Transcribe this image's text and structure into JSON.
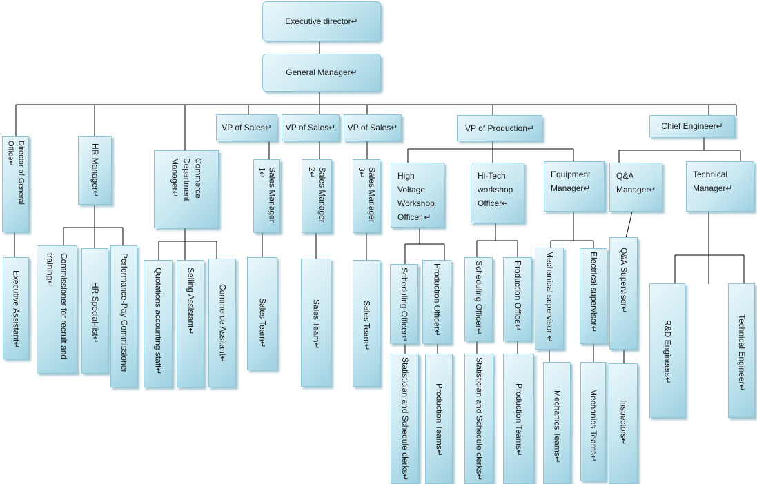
{
  "boxes": {
    "executive_director": "Executive director↵",
    "general_manager": "General Manager↵",
    "director_general_office": "Director of General Office↵",
    "hr_manager": "HR Manager↵",
    "commerce_manager": "Commerce\nDepartment\nManager↵",
    "vp_sales_1": "VP of Sales↵",
    "vp_sales_2": "VP of Sales↵",
    "vp_sales_3": "VP of Sales↵",
    "vp_production": "VP of Production↵",
    "chief_engineer": "Chief Engineer↵",
    "sales_manager_1": "Sales Manager 1↵",
    "sales_manager_2": "Sales Manager 2↵",
    "sales_manager_3": "Sales Manager 3↵",
    "hv_workshop_officer": "High\nVoltage\nWorkshop\nOfficer ↵",
    "hitech_workshop_officer": "Hi-Tech\nworkshop\nOfficer↵",
    "equipment_manager": "Equipment\nManager↵",
    "qa_manager": "Q&A\nManager↵",
    "technical_manager": "Technical\nManager↵",
    "executive_assistant": "Executive Assistant↵",
    "commissioner_recruit": "Commissioner for recruit and\ntraining↵",
    "hr_specialist": "HR Special-list↵",
    "performance_pay": "Performance-Pay Commissioner",
    "quotations_staff": "Quotations accounting staff↵",
    "selling_assistant": "Selling Assistant↵",
    "commerce_assistant": "Commerce Assitant↵",
    "sales_team_1": "Sales Team↵",
    "sales_team_2": "Sales Team↵",
    "sales_team_3": "Sales Team↵",
    "scheduling_officer_1": "Scheduling Officer↵",
    "production_officer_1": "Production Officer↵",
    "scheduling_officer_2": "Scheduling Officer↵",
    "production_officer_2": "Production Office↵",
    "mechanical_supervisor": "Mechanical supervisor ↵",
    "electrical_supervisor": "Electrical supervisor↵",
    "qa_supervisor": "Q&A Supervisor↵",
    "rd_engineers": "R&D Engineers↵",
    "technical_engineer": "Technical Engineer↵",
    "statistician_1": "Statistician and Schedule clerks↵",
    "production_teams_1": "Production Teams↵",
    "statistician_2": "Statistician and Schedule clerks↵",
    "production_teams_2": "Production Teams↵",
    "mechanics_teams_1": "Mechanics Teams↵",
    "mechanics_teams_2": "Mechanics Teams↵",
    "inspectors": "Inspectors↵"
  },
  "colors": {
    "box_light": "#eaf7fb",
    "box_dark": "#9fd1e1",
    "border": "#8fc4d6",
    "line": "#000000"
  }
}
